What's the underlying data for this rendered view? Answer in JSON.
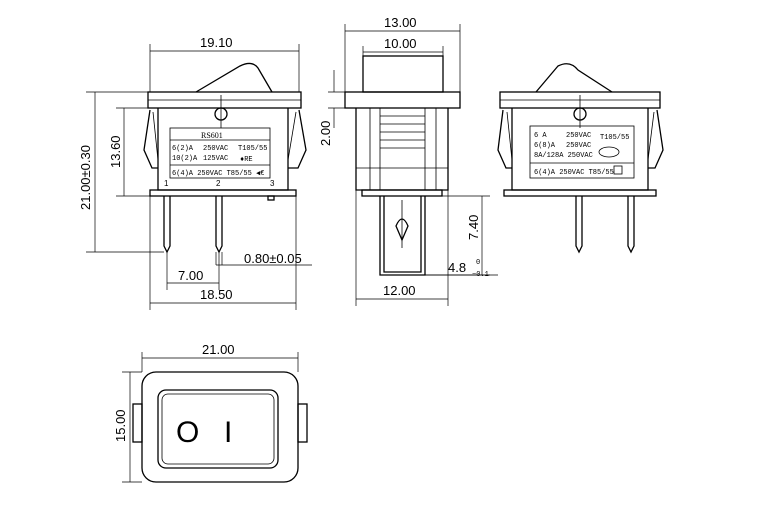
{
  "dimensions": {
    "front_width": "19.10",
    "front_height_total": "21.00±0.30",
    "front_height_body": "13.60",
    "pin_pitch": "7.00",
    "pin_thickness": "0.80±0.05",
    "base_width": "18.50",
    "side_width_top": "13.00",
    "side_width_inner": "10.00",
    "side_flange": "2.00",
    "side_tab_length": "7.40",
    "side_base_width": "12.00",
    "tab_width_main": "4.8",
    "tab_tol_upper": "0",
    "tab_tol_lower": "−0.1",
    "top_width": "21.00",
    "top_height": "15.00"
  },
  "front_label": {
    "model": "RS601",
    "line1_left": "6(2)A",
    "line1_mid": "250VAC",
    "line1_right": "T105/55",
    "line2_left": "10(2)A",
    "line2_mid": "125VAC",
    "line3": "6(4)A 250VAC T85/55"
  },
  "back_label": {
    "line1_left": "6 A",
    "line1_mid": "250VAC",
    "line1_right": "T105/55",
    "line2_left": "6(8)A",
    "line2_mid": "250VAC",
    "line3": "8A/128A 250VAC",
    "line4": "6(4)A 250VAC T85/55"
  },
  "pin_numbers": [
    "1",
    "2",
    "3"
  ],
  "rocker_symbols": {
    "off": "O",
    "on": "I"
  }
}
